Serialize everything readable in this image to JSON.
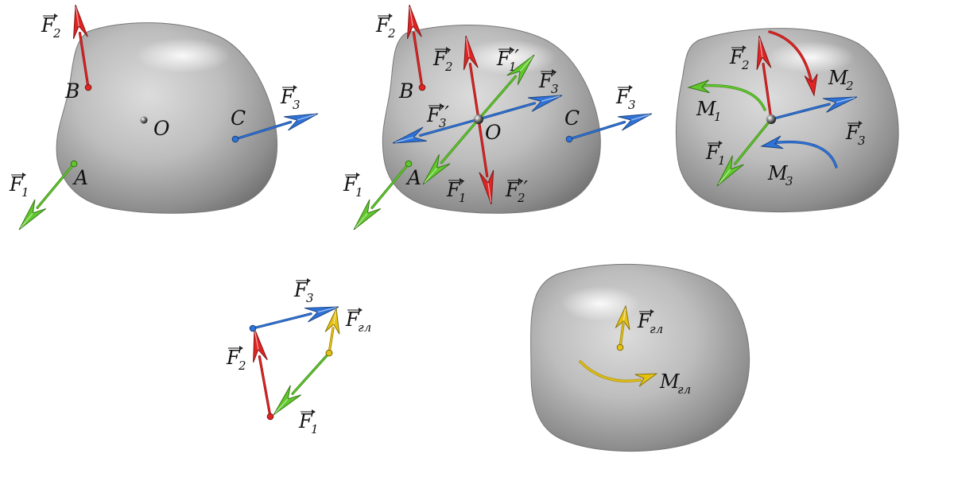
{
  "colors": {
    "f1": "#5fc82a",
    "f2": "#e02424",
    "f3": "#2f73d8",
    "resultant": "#e6c210",
    "body": "#b3b3b3"
  },
  "points": {
    "A": "A",
    "B": "B",
    "C": "C",
    "O": "O"
  },
  "forces": {
    "F1": {
      "main": "F",
      "sub": "1",
      "prime": "",
      "dprime": ""
    },
    "F2": {
      "main": "F",
      "sub": "2",
      "prime": "",
      "dprime": ""
    },
    "F3": {
      "main": "F",
      "sub": "3",
      "prime": "",
      "dprime": ""
    },
    "F1p": {
      "main": "F",
      "sub": "1",
      "prime": "′"
    },
    "F2p": {
      "main": "F",
      "sub": "2",
      "prime": "′"
    },
    "F3p": {
      "main": "F",
      "sub": "3",
      "prime": "′"
    },
    "F1pp": {
      "main": "F",
      "sub": "1",
      "prime": "′′"
    },
    "F2pp": {
      "main": "F",
      "sub": "2",
      "prime": "′′"
    },
    "F3pp": {
      "main": "F",
      "sub": "3",
      "prime": "′′"
    },
    "Fgl": {
      "main": "F",
      "sub": "гл"
    }
  },
  "moments": {
    "M1": {
      "main": "M",
      "sub": "1"
    },
    "M2": {
      "main": "M",
      "sub": "2"
    },
    "M3": {
      "main": "M",
      "sub": "3"
    },
    "Mgl": {
      "main": "M",
      "sub": "гл"
    }
  }
}
